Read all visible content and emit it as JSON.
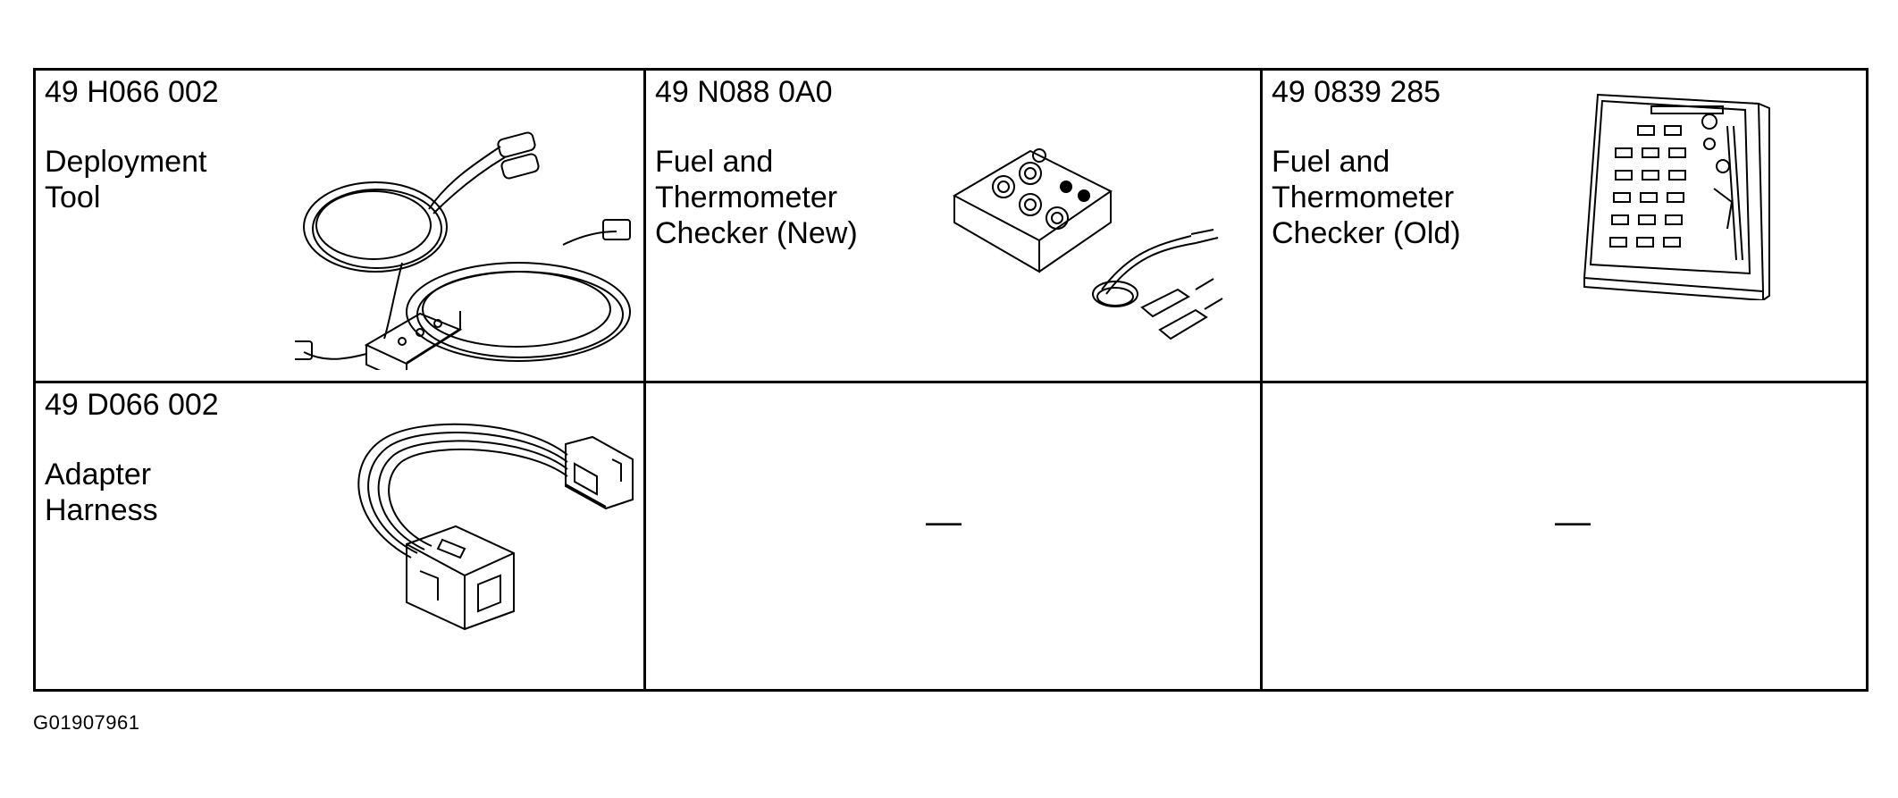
{
  "figure_id": "G01907961",
  "tools": [
    {
      "part_number": "49 H066 002",
      "description": [
        "Deployment",
        "Tool"
      ],
      "illustration": "deployment-tool-icon"
    },
    {
      "part_number": "49 N088 0A0",
      "description": [
        "Fuel and",
        "Thermometer",
        "Checker (New)"
      ],
      "illustration": "checker-new-icon"
    },
    {
      "part_number": "49 0839 285",
      "description": [
        "Fuel and",
        "Thermometer",
        "Checker (Old)"
      ],
      "illustration": "checker-old-icon"
    },
    {
      "part_number": "49 D066 002",
      "description": [
        "Adapter",
        "Harness"
      ],
      "illustration": "adapter-harness-icon"
    },
    {
      "placeholder": "—"
    },
    {
      "placeholder": "—"
    }
  ]
}
